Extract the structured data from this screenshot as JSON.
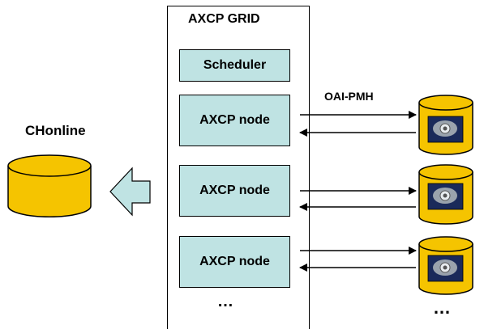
{
  "grid": {
    "title": "AXCP GRID",
    "scheduler_label": "Scheduler",
    "nodes": [
      {
        "label": "AXCP node"
      },
      {
        "label": "AXCP node"
      },
      {
        "label": "AXCP node"
      }
    ],
    "more_nodes": "…"
  },
  "sink": {
    "label": "CHonline"
  },
  "protocol": {
    "label": "OAI-PMH"
  },
  "sources": {
    "more": "…"
  },
  "colors": {
    "db_yellow": "#f5c400",
    "node_fill": "#bfe3e3",
    "arrow_fill": "#bfe3e3",
    "icon_bg": "#1a2a5a"
  }
}
